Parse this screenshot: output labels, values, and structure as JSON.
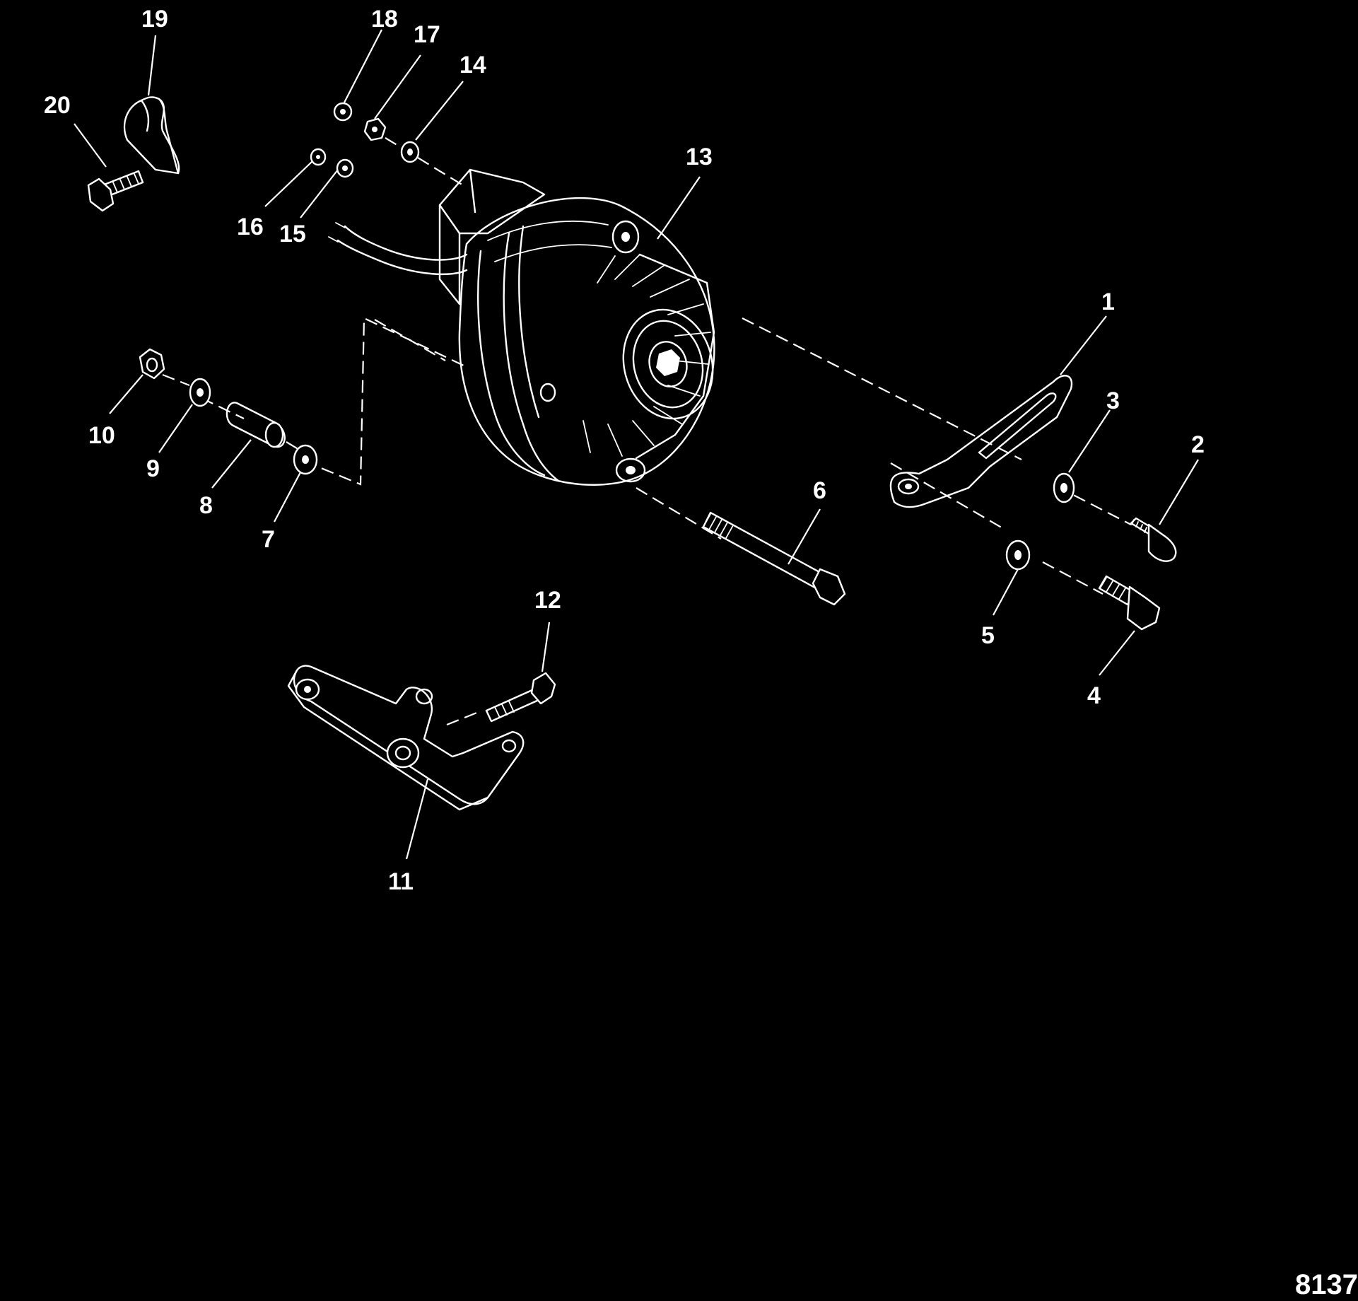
{
  "diagram": {
    "figure_number": "8137",
    "callouts": {
      "c1": "1",
      "c2": "2",
      "c3": "3",
      "c4": "4",
      "c5": "5",
      "c6": "6",
      "c7": "7",
      "c8": "8",
      "c9": "9",
      "c10": "10",
      "c11": "11",
      "c12": "12",
      "c13": "13",
      "c14": "14",
      "c15": "15",
      "c16": "16",
      "c17": "17",
      "c18": "18",
      "c19": "19",
      "c20": "20"
    }
  }
}
